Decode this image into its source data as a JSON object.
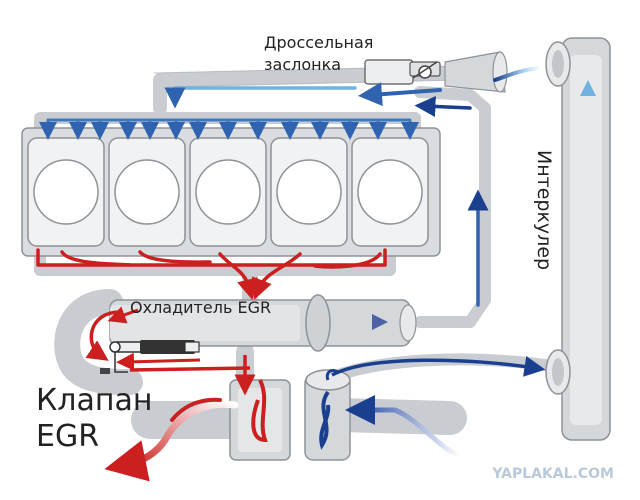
{
  "labels": {
    "throttle_line1": "Дроссельная",
    "throttle_line2": "заслонка",
    "intercooler": "Интеркулер",
    "egr_cooler": "Охладитель EGR",
    "egr_valve_line1": "Клапан",
    "egr_valve_line2": "EGR",
    "watermark": "YAPLAKAL.COM"
  },
  "colors": {
    "hot": "#cc1f1f",
    "cold": "#1b3f8f",
    "cool_light": "#6fb3e0",
    "pipe": "#d7dadd",
    "pipe_edge": "#8d9297",
    "cylinder": "#f1f2f3",
    "watermark": "#b9c9da"
  },
  "cylinders": [
    {
      "name": "cylinder-1"
    },
    {
      "name": "cylinder-2"
    },
    {
      "name": "cylinder-3"
    },
    {
      "name": "cylinder-4"
    },
    {
      "name": "cylinder-5"
    }
  ]
}
